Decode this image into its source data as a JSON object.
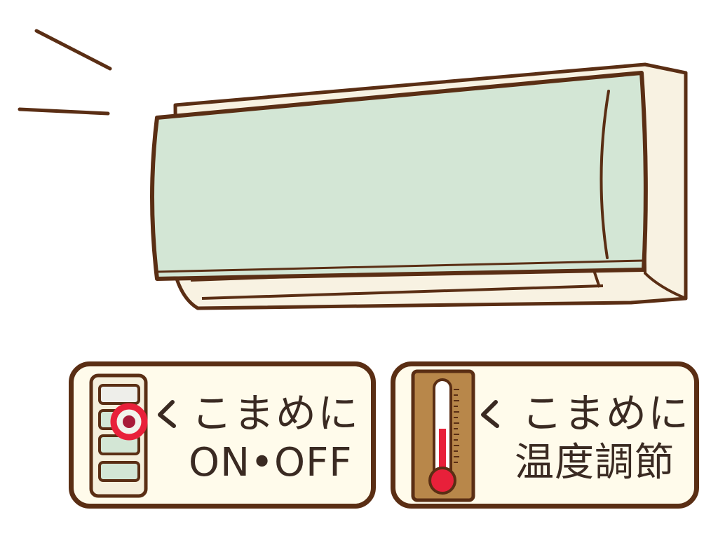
{
  "illustration": {
    "subject": "air-conditioner",
    "colors": {
      "outline": "#5a2e14",
      "panel_green": "#d3e6d5",
      "body_cream": "#f8f2e2",
      "card_bg": "#fffbeb",
      "alert_red": "#e8203a",
      "thermo_wood": "#b8874a"
    }
  },
  "cards": {
    "switch": {
      "line1": "こまめに",
      "line2": "ON•OFF",
      "icon": "switch-panel-icon"
    },
    "temperature": {
      "line1": "こまめに",
      "line2": "温度調節",
      "icon": "thermometer-icon"
    }
  }
}
